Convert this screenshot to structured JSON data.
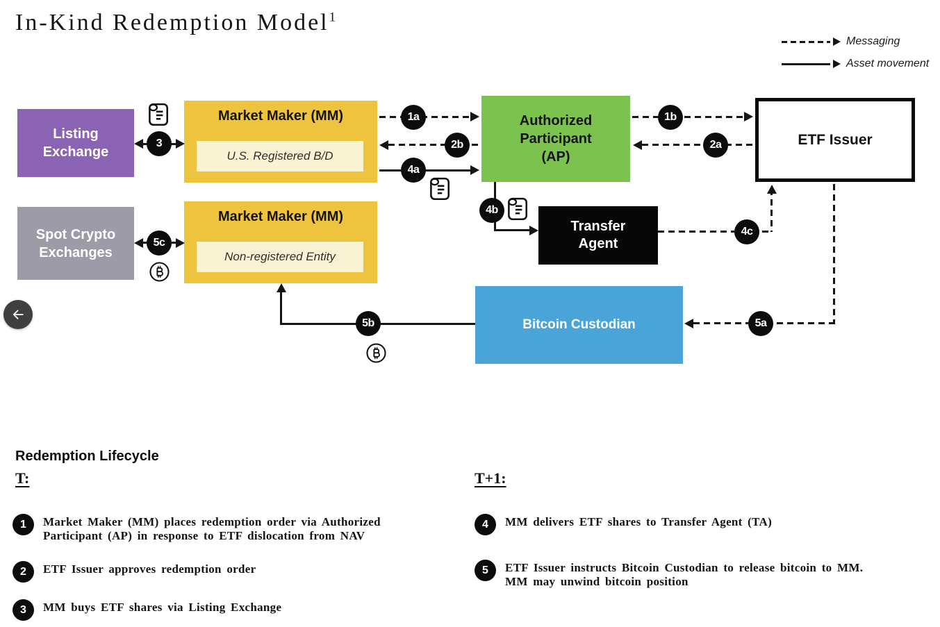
{
  "header": {
    "title": "In-Kind Redemption Model",
    "footnote_marker": "1"
  },
  "legend": {
    "messaging": "Messaging",
    "asset_movement": "Asset movement"
  },
  "diagram": {
    "nodes": {
      "listing_exchange": {
        "label": "Listing\nExchange",
        "color": "#8a63b4"
      },
      "market_maker_registered": {
        "title": "Market Maker (MM)",
        "subtitle": "U.S. Registered B/D",
        "color": "#eec33e"
      },
      "authorized_participant": {
        "label": "Authorized\nParticipant\n(AP)",
        "color": "#7cc24e"
      },
      "etf_issuer": {
        "label": "ETF Issuer",
        "color": "#ffffff"
      },
      "spot_crypto_exchanges": {
        "label": "Spot Crypto\nExchanges",
        "color": "#9c9ba7"
      },
      "market_maker_nonregistered": {
        "title": "Market Maker (MM)",
        "subtitle": "Non-registered Entity",
        "color": "#eec33e"
      },
      "transfer_agent": {
        "label": "Transfer\nAgent",
        "color": "#070707"
      },
      "bitcoin_custodian": {
        "label": "Bitcoin Custodian",
        "color": "#4aa4d8"
      }
    },
    "badges": {
      "s1a": "1a",
      "s1b": "1b",
      "s2a": "2a",
      "s2b": "2b",
      "s3": "3",
      "s4a": "4a",
      "s4b": "4b",
      "s4c": "4c",
      "s5a": "5a",
      "s5b": "5b",
      "s5c": "5c"
    },
    "icons": {
      "scroll": "order-ticket-scroll",
      "bitcoin": "bitcoin-coin"
    }
  },
  "lifecycle": {
    "heading": "Redemption Lifecycle",
    "col_t": {
      "heading": "T:",
      "steps": [
        {
          "num": "1",
          "text": "Market Maker (MM) places redemption order via Authorized\nParticipant (AP) in response to ETF dislocation from NAV"
        },
        {
          "num": "2",
          "text": "ETF Issuer approves redemption order"
        },
        {
          "num": "3",
          "text": "MM buys ETF shares via Listing Exchange"
        }
      ]
    },
    "col_t1": {
      "heading": "T+1:",
      "steps": [
        {
          "num": "4",
          "text": "MM delivers ETF shares to Transfer Agent (TA)"
        },
        {
          "num": "5",
          "text": "ETF Issuer instructs Bitcoin Custodian to release bitcoin to MM.\nMM may unwind bitcoin position"
        }
      ]
    }
  }
}
